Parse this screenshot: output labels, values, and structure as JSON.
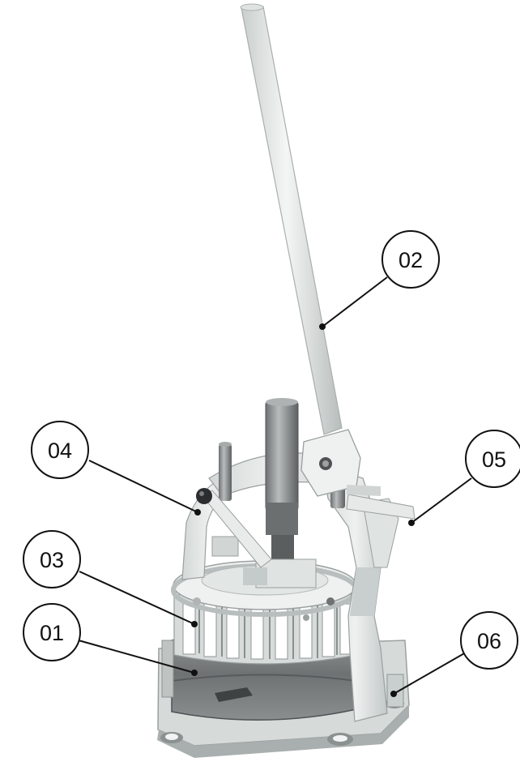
{
  "callouts": [
    {
      "id": "c01",
      "label": "01"
    },
    {
      "id": "c02",
      "label": "02"
    },
    {
      "id": "c03",
      "label": "03"
    },
    {
      "id": "c04",
      "label": "04"
    },
    {
      "id": "c05",
      "label": "05"
    },
    {
      "id": "c06",
      "label": "06"
    }
  ],
  "colors": {
    "machine_body": "#e6e9e8",
    "machine_shadow": "#b9bfbe",
    "steel": "#8c8f90",
    "dark_steel": "#4f5253",
    "leader_line": "#111111"
  }
}
